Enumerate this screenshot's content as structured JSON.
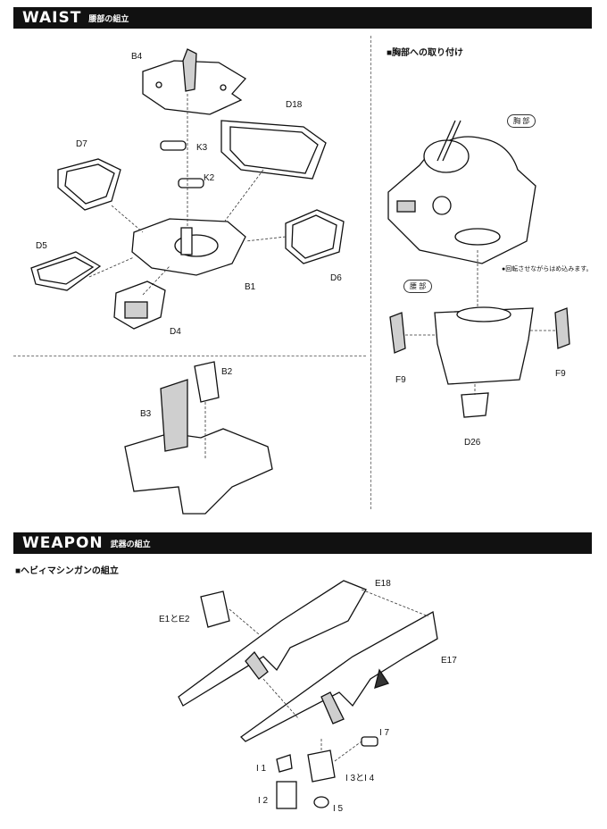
{
  "waist_section": {
    "title": "WAIST",
    "subtitle": "腰部の組立",
    "part_labels": {
      "b4": "B4",
      "d18": "D18",
      "k3": "K3",
      "k2": "K2",
      "d7": "D7",
      "d5": "D5",
      "d6": "D6",
      "b1": "B1",
      "d4": "D4",
      "b2": "B2",
      "b3": "B3"
    },
    "chest_attach": {
      "heading": "■胸部への取り付け",
      "chest_callout": "胸 部",
      "waist_callout": "腰 部",
      "note": "●回転させながらはめ込みます。",
      "part_labels": {
        "f9_left": "F9",
        "f9_right": "F9",
        "d26": "D26"
      }
    }
  },
  "weapon_section": {
    "title": "WEAPON",
    "subtitle": "武器の組立",
    "heading": "■ヘビィマシンガンの組立",
    "part_labels": {
      "e1e2": "E1とE2",
      "e18": "E18",
      "e17": "E17",
      "i7": "I 7",
      "i1": "I 1",
      "i3i4": "I 3とI 4",
      "i2": "I 2",
      "i5": "I 5"
    }
  }
}
